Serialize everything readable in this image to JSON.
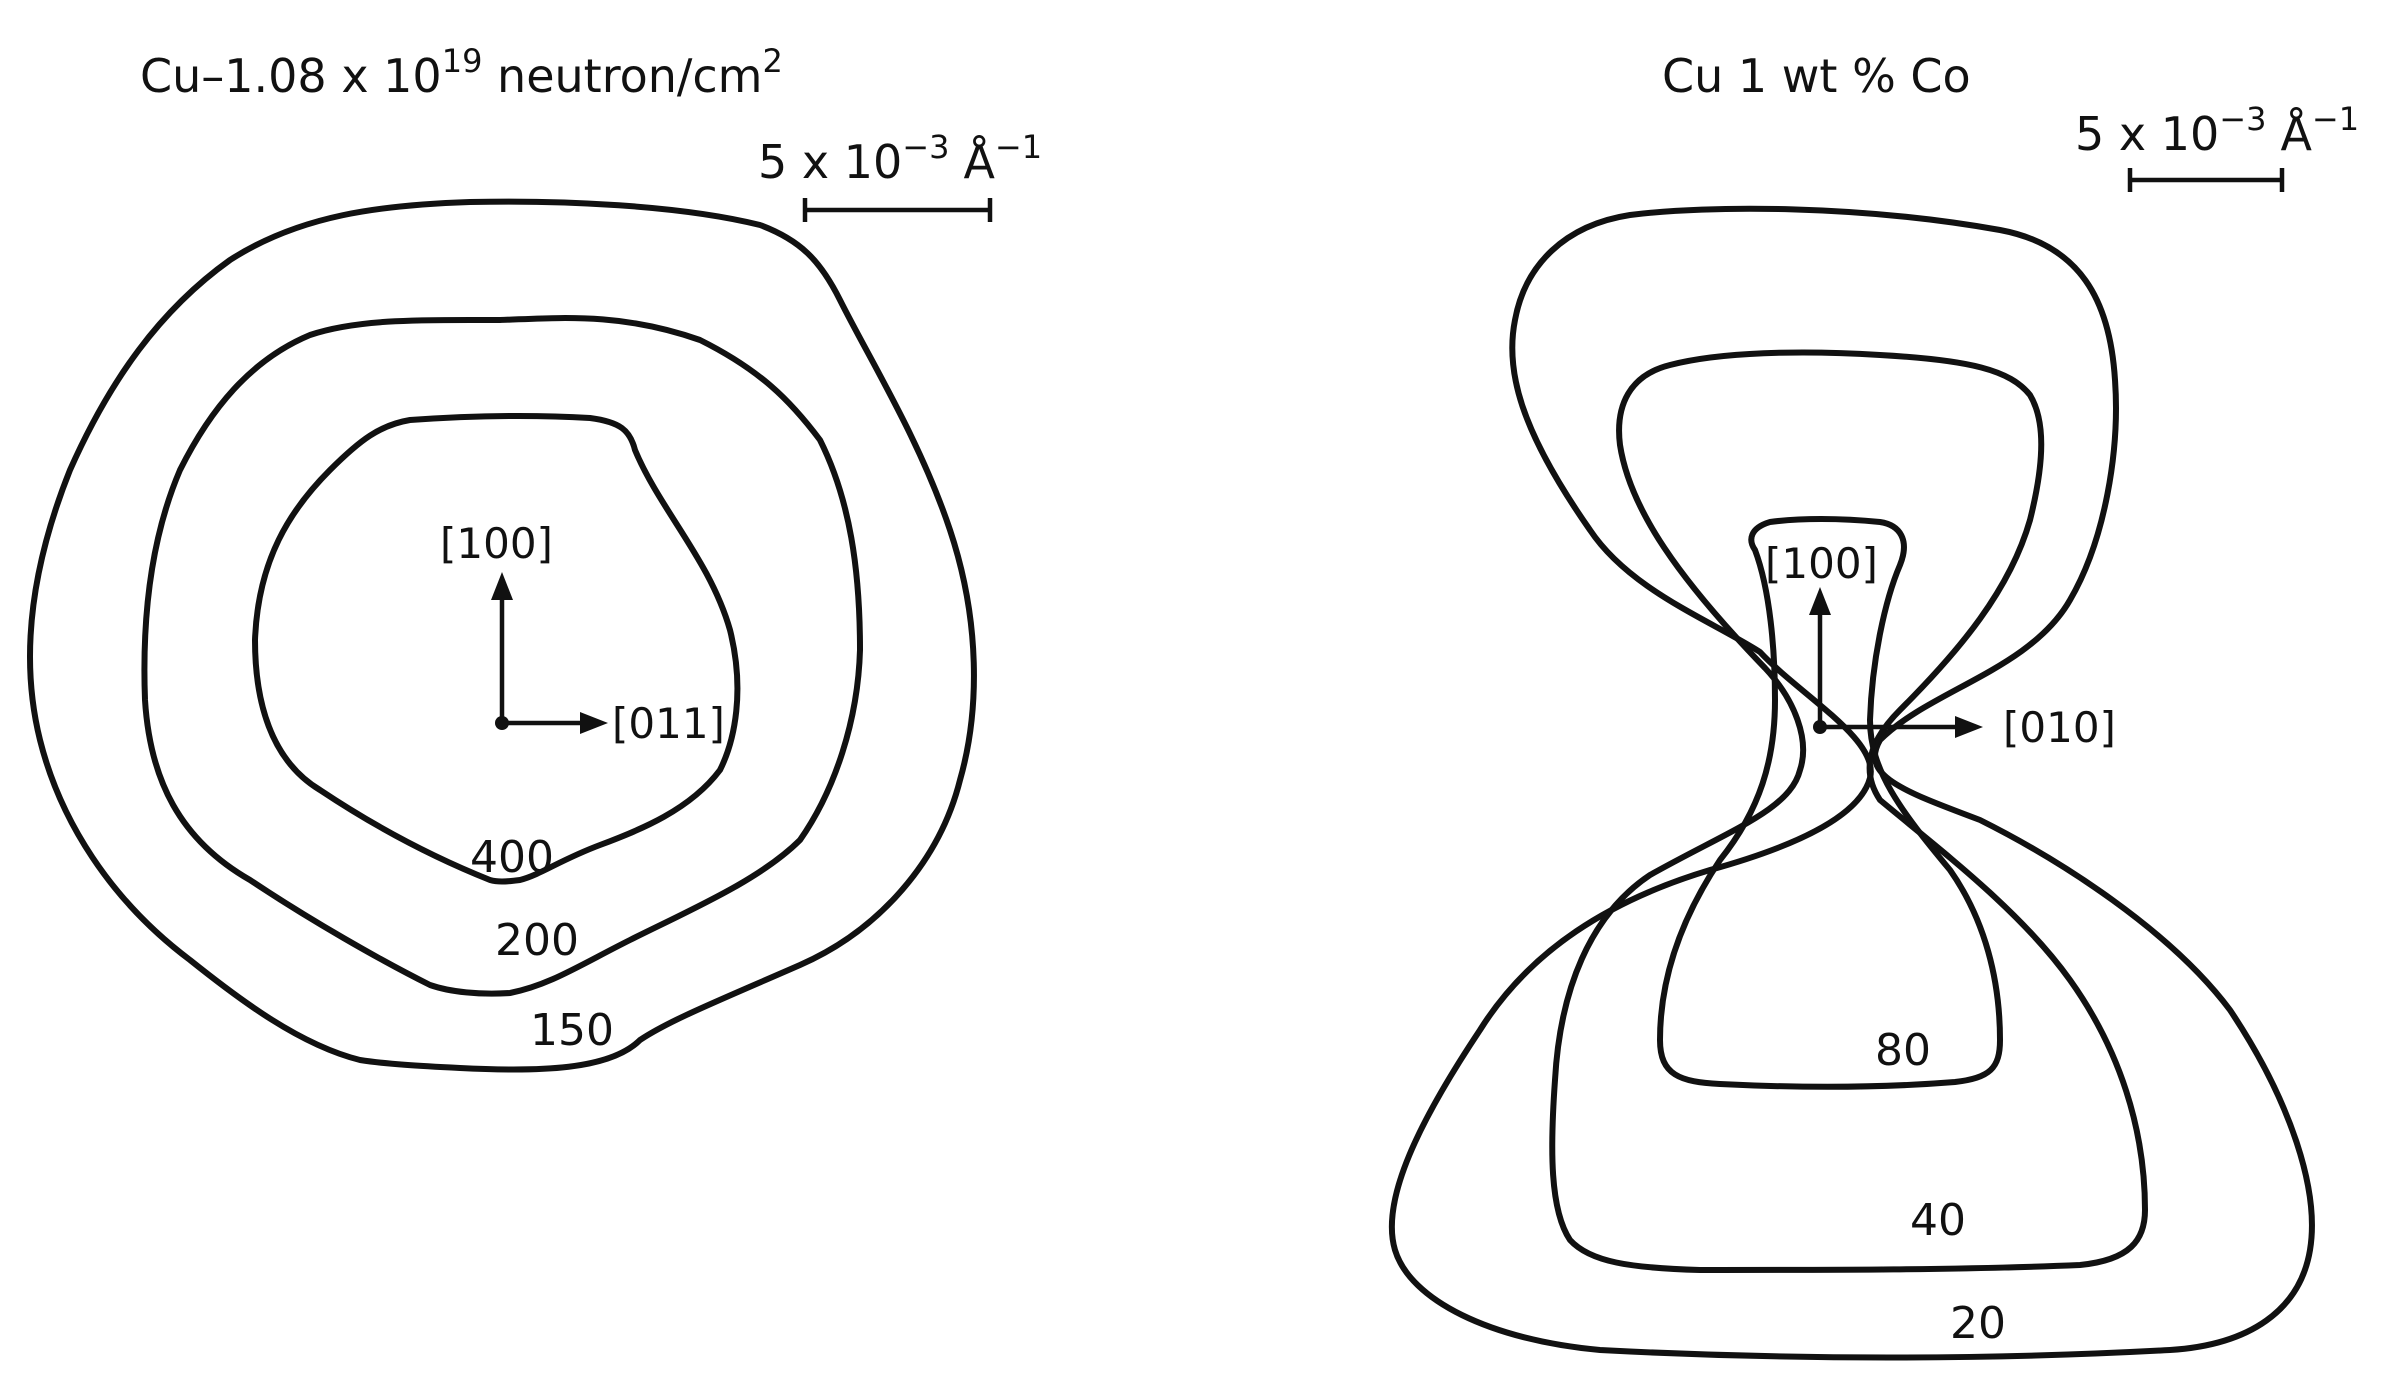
{
  "panel_left": {
    "title_prefix": "Cu–1.08 x 10",
    "title_exponent": "19",
    "title_suffix": " neutron/cm",
    "title_suffix_exponent": "2",
    "scale_value": "5 x 10",
    "scale_exponent": "−3",
    "scale_unit": "Å",
    "scale_unit_exponent": "−1",
    "axis_up": "[100]",
    "axis_right": "[011]",
    "contour_labels": [
      "400",
      "200",
      "150"
    ]
  },
  "panel_right": {
    "title": "Cu  1 wt % Co",
    "scale_value": "5 x 10",
    "scale_exponent": "−3",
    "scale_unit": "Å",
    "scale_unit_exponent": "−1",
    "axis_up": "[100]",
    "axis_right": "[010]",
    "contour_labels": [
      "80",
      "40",
      "20"
    ]
  }
}
